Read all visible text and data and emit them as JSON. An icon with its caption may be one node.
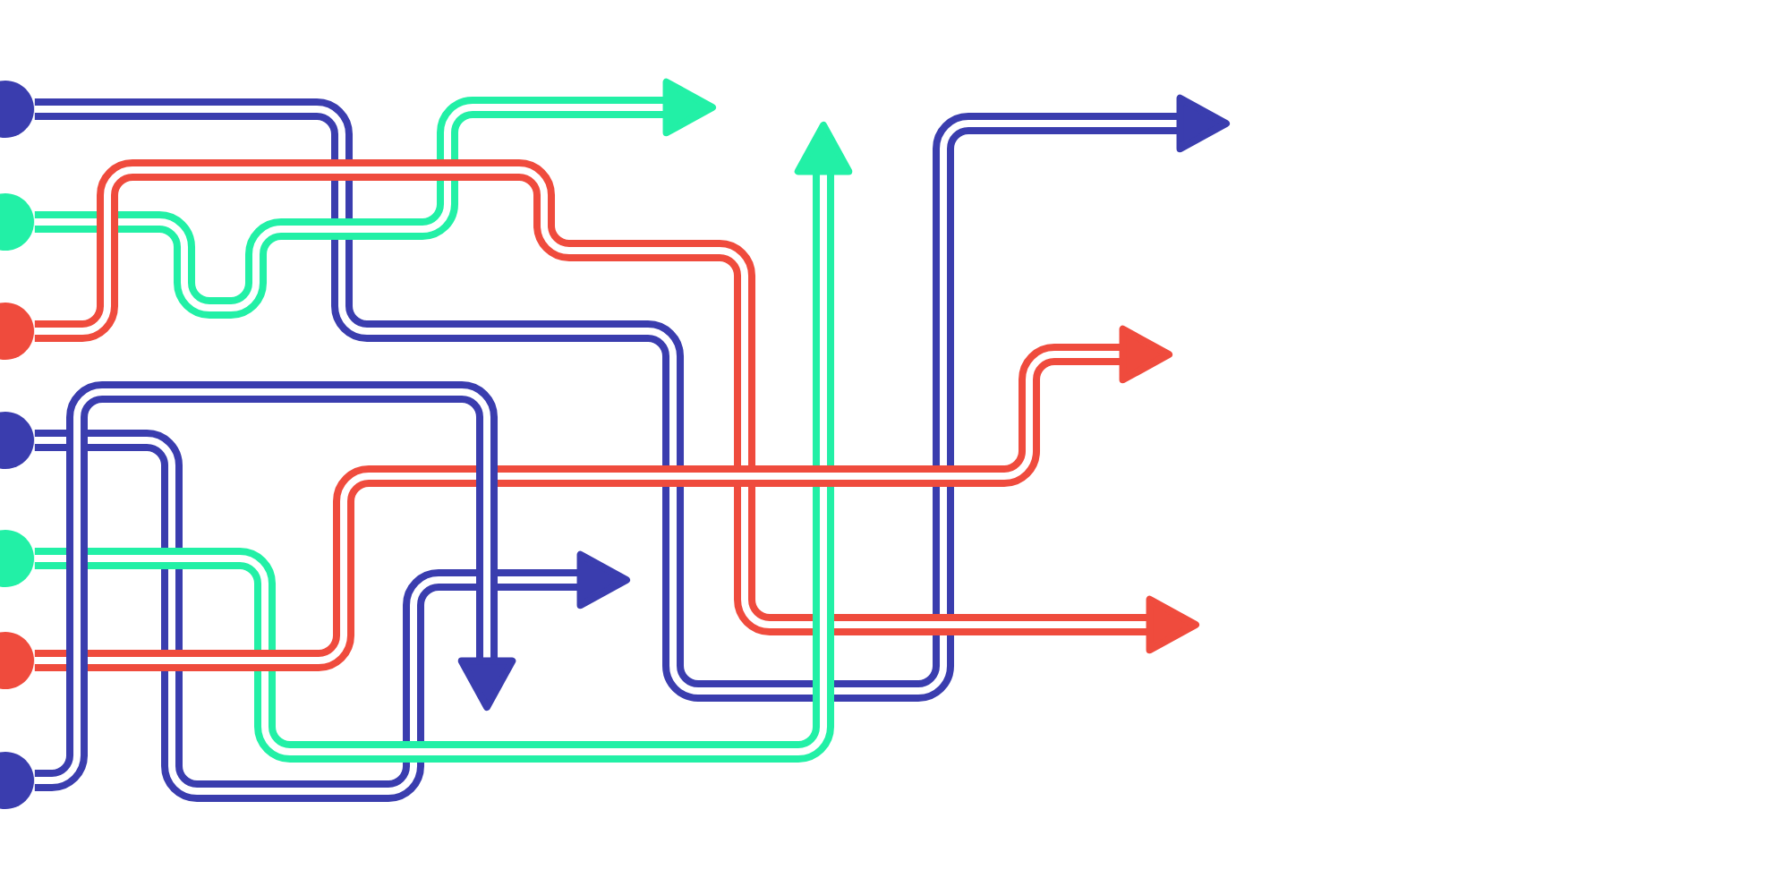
{
  "diagram": {
    "nodes": [
      {
        "text": [],
        "shape": "circle"
      },
      {
        "text": [],
        "shape": "circle"
      },
      {
        "text": [],
        "shape": "circle"
      },
      {
        "text": [],
        "shape": "circle"
      },
      {
        "text": [],
        "shape": "circle"
      },
      {
        "text": [],
        "shape": "circle"
      },
      {
        "text": [],
        "shape": "circle"
      }
    ],
    "edges": [
      {
        "from": 0,
        "to": null,
        "arrow": "to"
      },
      {
        "from": 1,
        "to": null,
        "arrow": "to",
        "color": "#22f0a6"
      },
      {
        "from": 2,
        "to": null,
        "arrow": "to",
        "color": "#ef4b3d"
      },
      {
        "from": 3,
        "to": null,
        "arrow": "to"
      },
      {
        "from": 4,
        "to": null,
        "arrow": "to",
        "color": "#22f0a6"
      },
      {
        "from": 5,
        "to": null,
        "arrow": "to",
        "color": "#ef4b3d"
      },
      {
        "from": 6,
        "to": null,
        "arrow": "to"
      }
    ]
  }
}
